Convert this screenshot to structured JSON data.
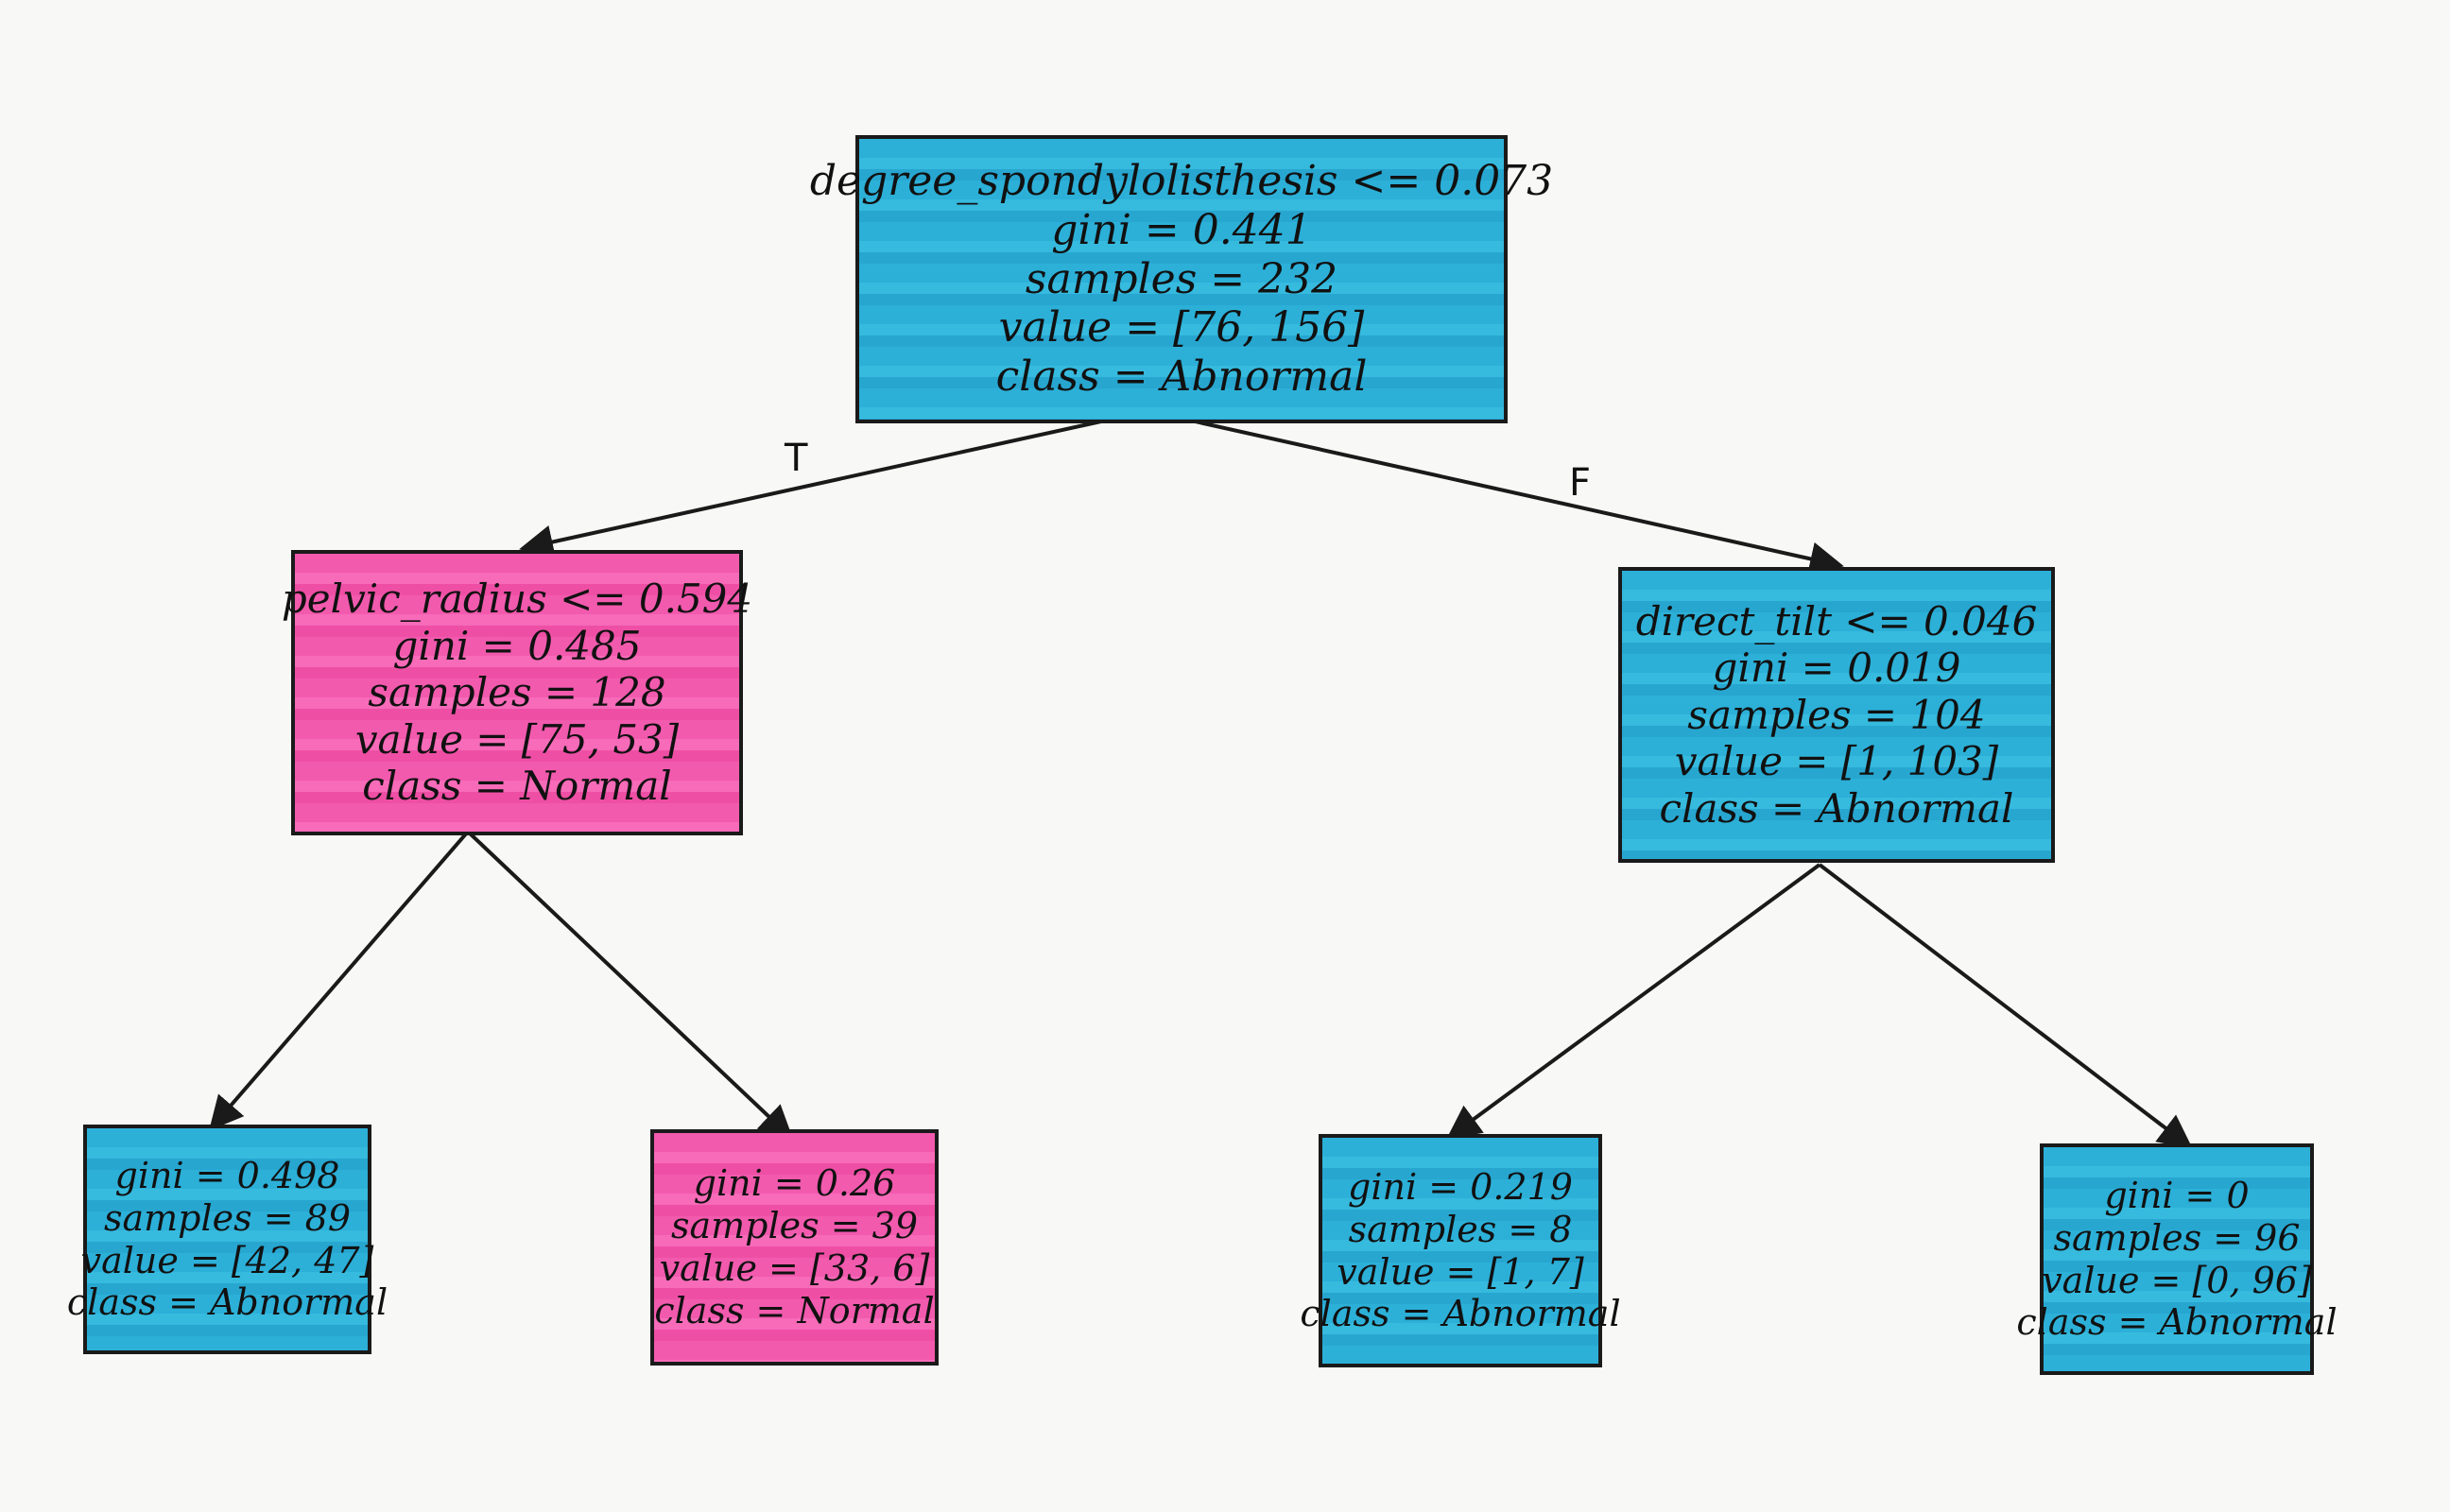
{
  "colors": {
    "normal": "#f25aae",
    "abnormal": "#2cb0d8",
    "ink": "#1a1a1a"
  },
  "tree": {
    "root": {
      "split": "degree_spondylolisthesis <= 0.073",
      "gini": "gini = 0.441",
      "samples": "samples = 232",
      "value": "value = [76, 156]",
      "class": "class = Abnormal"
    },
    "left": {
      "split": "pelvic_radius <= 0.594",
      "gini": "gini = 0.485",
      "samples": "samples = 128",
      "value": "value = [75, 53]",
      "class": "class = Normal"
    },
    "right": {
      "split": "direct_tilt <= 0.046",
      "gini": "gini = 0.019",
      "samples": "samples = 104",
      "value": "value = [1, 103]",
      "class": "class = Abnormal"
    },
    "leaf_ll": {
      "gini": "gini = 0.498",
      "samples": "samples = 89",
      "value": "value = [42, 47]",
      "class": "class = Abnormal"
    },
    "leaf_lr": {
      "gini": "gini = 0.26",
      "samples": "samples = 39",
      "value": "value = [33, 6]",
      "class": "class = Normal"
    },
    "leaf_rl": {
      "gini": "gini = 0.219",
      "samples": "samples = 8",
      "value": "value = [1, 7]",
      "class": "class = Abnormal"
    },
    "leaf_rr": {
      "gini": "gini = 0",
      "samples": "samples = 96",
      "value": "value = [0, 96]",
      "class": "class = Abnormal"
    },
    "edge_true_label": "T",
    "edge_false_label": "F"
  }
}
